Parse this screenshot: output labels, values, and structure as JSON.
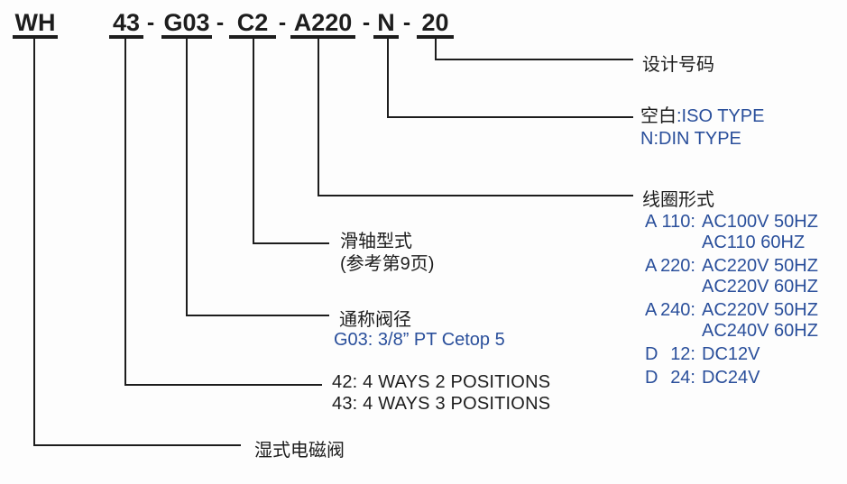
{
  "colors": {
    "ink": "#1d1d1d",
    "accent_blue": "#2a4f9b",
    "background": "#fdfdfd"
  },
  "code": {
    "separator": "-",
    "segments": [
      "WH",
      "43",
      "G03",
      "C2",
      "A220",
      "N",
      "20"
    ]
  },
  "branches": {
    "design_number": {
      "label": "设计号码"
    },
    "mount_type": {
      "black_part": "空白",
      "blue_part": ":ISO TYPE",
      "line2": "N:DIN TYPE"
    },
    "coil_type": {
      "label": "线圈形式",
      "entries": [
        {
          "letter": "A",
          "number": "110:",
          "line1": "AC100V 50HZ",
          "line2": "AC110 60HZ"
        },
        {
          "letter": "A",
          "number": "220:",
          "line1": "AC220V 50HZ",
          "line2": "AC220V 60HZ"
        },
        {
          "letter": "A",
          "number": "240:",
          "line1": "AC220V 50HZ",
          "line2": "AC240V 60HZ"
        },
        {
          "letter": "D",
          "number": "12:",
          "line1": "DC12V"
        },
        {
          "letter": "D",
          "number": "24:",
          "line1": "DC24V"
        }
      ]
    },
    "spool_type": {
      "label": "滑轴型式",
      "note": "(参考第9页)"
    },
    "valve_size": {
      "label": "通称阀径",
      "detail": "G03: 3/8” PT Cetop 5"
    },
    "ways_positions": {
      "line1": "42: 4 WAYS 2 POSITIONS",
      "line2": "43: 4 WAYS 3 POSITIONS"
    },
    "valve_family": {
      "label": "湿式电磁阀"
    }
  }
}
